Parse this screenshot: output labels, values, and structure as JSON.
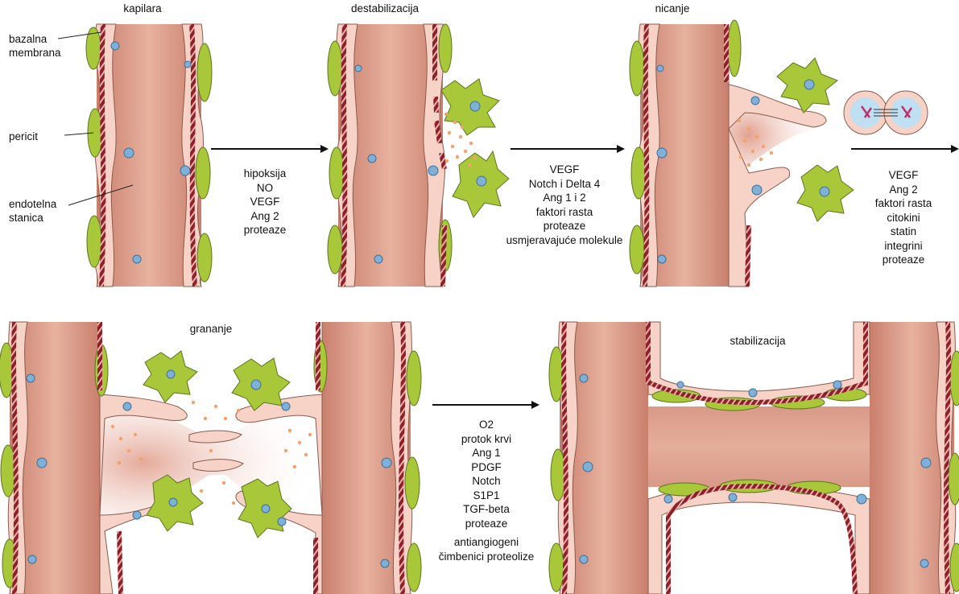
{
  "stages": {
    "kapilara": "kapilara",
    "destabilizacija": "destabilizacija",
    "nicanje": "nicanje",
    "grananje": "grananje",
    "stabilizacija": "stabilizacija"
  },
  "callouts": {
    "bazalna": [
      "bazalna",
      "membrana"
    ],
    "pericit": "pericit",
    "endotelna": [
      "endotelna",
      "stanica"
    ]
  },
  "factors": {
    "step1": [
      "hipoksija",
      "NO",
      "VEGF",
      "Ang 2",
      "proteaze"
    ],
    "step2": [
      "VEGF",
      "Notch i Delta 4",
      "Ang 1 i 2",
      "faktori rasta",
      "proteaze",
      "usmjeravajuće molekule"
    ],
    "step3": [
      "VEGF",
      "Ang 2",
      "faktori rasta",
      "citokini",
      "statin",
      "integrini",
      "proteaze"
    ],
    "step4": [
      "O2",
      "protok krvi",
      "Ang 1",
      "PDGF",
      "Notch",
      "S1P1",
      "TGF-beta",
      "proteaze",
      "antiangiogeni",
      "čimbenici proteolize"
    ]
  },
  "colors": {
    "vessel_fill": "#d99a88",
    "endothelial": "#f6d3c6",
    "pericyte": "#a8c83a",
    "nucleus": "#7fb0d8",
    "membrane": "#9e2330",
    "particles": "#f1a36d",
    "arrow": "#111111"
  }
}
